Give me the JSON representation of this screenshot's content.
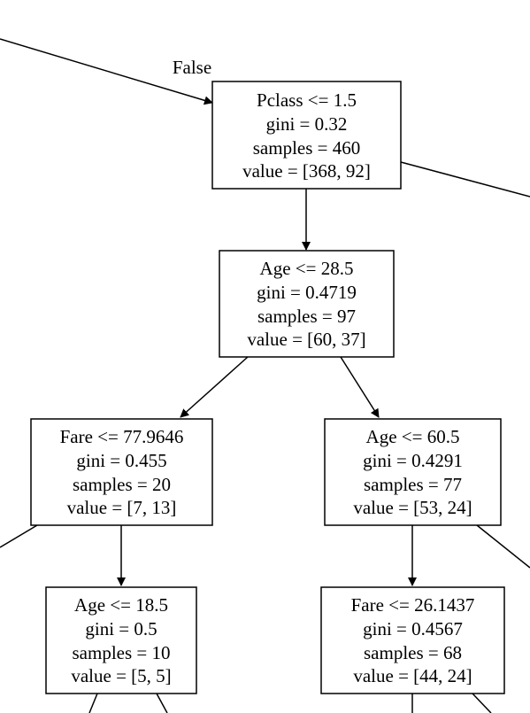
{
  "edge_labels": {
    "false_label": "False"
  },
  "nodes": {
    "pclass": {
      "lines": [
        "Pclass <= 1.5",
        "gini = 0.32",
        "samples = 460",
        "value = [368, 92]"
      ]
    },
    "age_28": {
      "lines": [
        "Age <= 28.5",
        "gini = 0.4719",
        "samples = 97",
        "value = [60, 37]"
      ]
    },
    "fare_77": {
      "lines": [
        "Fare <= 77.9646",
        "gini = 0.455",
        "samples = 20",
        "value = [7, 13]"
      ]
    },
    "age_60": {
      "lines": [
        "Age <= 60.5",
        "gini = 0.4291",
        "samples = 77",
        "value = [53, 24]"
      ]
    },
    "age_18": {
      "lines": [
        "Age <= 18.5",
        "gini = 0.5",
        "samples = 10",
        "value = [5, 5]"
      ]
    },
    "fare_26": {
      "lines": [
        "Fare <= 26.1437",
        "gini = 0.4567",
        "samples = 68",
        "value = [44, 24]"
      ]
    }
  }
}
